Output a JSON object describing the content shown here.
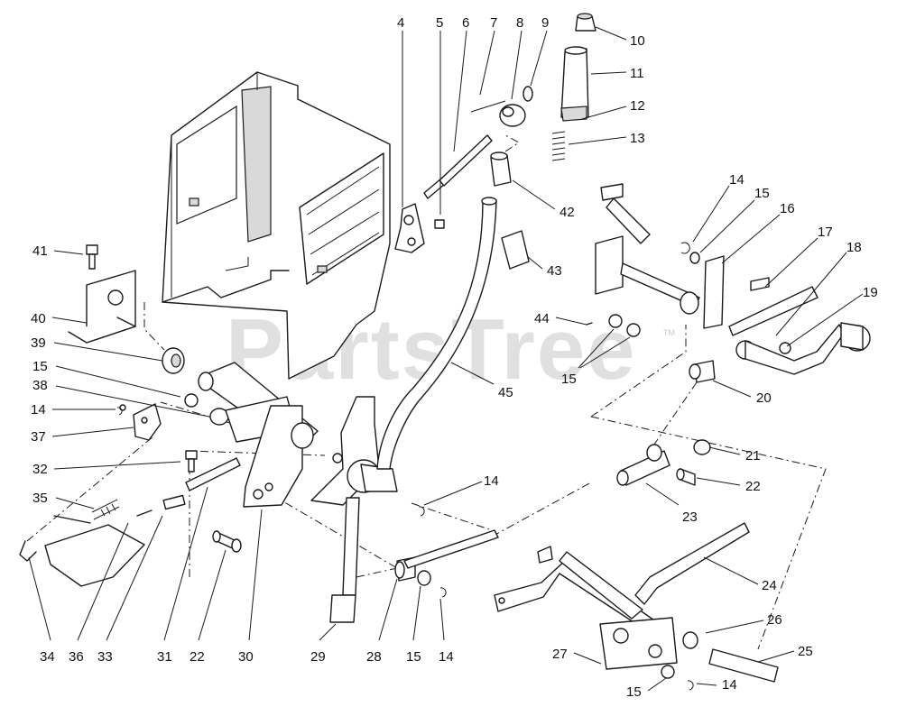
{
  "watermark": {
    "text": "PartsTree",
    "trademark": "TM"
  },
  "callouts": [
    {
      "id": "c-4",
      "label": "4"
    },
    {
      "id": "c-5",
      "label": "5"
    },
    {
      "id": "c-6",
      "label": "6"
    },
    {
      "id": "c-7",
      "label": "7"
    },
    {
      "id": "c-8",
      "label": "8"
    },
    {
      "id": "c-9",
      "label": "9"
    },
    {
      "id": "c-10",
      "label": "10"
    },
    {
      "id": "c-11",
      "label": "11"
    },
    {
      "id": "c-12",
      "label": "12"
    },
    {
      "id": "c-13",
      "label": "13"
    },
    {
      "id": "c-42",
      "label": "42"
    },
    {
      "id": "c-43",
      "label": "43"
    },
    {
      "id": "c-14a",
      "label": "14"
    },
    {
      "id": "c-15a",
      "label": "15"
    },
    {
      "id": "c-16",
      "label": "16"
    },
    {
      "id": "c-17",
      "label": "17"
    },
    {
      "id": "c-18",
      "label": "18"
    },
    {
      "id": "c-19",
      "label": "19"
    },
    {
      "id": "c-44",
      "label": "44"
    },
    {
      "id": "c-15b",
      "label": "15"
    },
    {
      "id": "c-45",
      "label": "45"
    },
    {
      "id": "c-20",
      "label": "20"
    },
    {
      "id": "c-21",
      "label": "21"
    },
    {
      "id": "c-22a",
      "label": "22"
    },
    {
      "id": "c-23",
      "label": "23"
    },
    {
      "id": "c-24",
      "label": "24"
    },
    {
      "id": "c-26",
      "label": "26"
    },
    {
      "id": "c-25",
      "label": "25"
    },
    {
      "id": "c-27",
      "label": "27"
    },
    {
      "id": "c-15c",
      "label": "15"
    },
    {
      "id": "c-14b",
      "label": "14"
    },
    {
      "id": "c-41",
      "label": "41"
    },
    {
      "id": "c-40",
      "label": "40"
    },
    {
      "id": "c-39",
      "label": "39"
    },
    {
      "id": "c-15d",
      "label": "15"
    },
    {
      "id": "c-38",
      "label": "38"
    },
    {
      "id": "c-14c",
      "label": "14"
    },
    {
      "id": "c-37",
      "label": "37"
    },
    {
      "id": "c-32",
      "label": "32"
    },
    {
      "id": "c-35",
      "label": "35"
    },
    {
      "id": "c-14d",
      "label": "14"
    },
    {
      "id": "c-34",
      "label": "34"
    },
    {
      "id": "c-36",
      "label": "36"
    },
    {
      "id": "c-33",
      "label": "33"
    },
    {
      "id": "c-31",
      "label": "31"
    },
    {
      "id": "c-22b",
      "label": "22"
    },
    {
      "id": "c-30",
      "label": "30"
    },
    {
      "id": "c-29",
      "label": "29"
    },
    {
      "id": "c-28",
      "label": "28"
    },
    {
      "id": "c-15e",
      "label": "15"
    },
    {
      "id": "c-14e",
      "label": "14"
    }
  ]
}
